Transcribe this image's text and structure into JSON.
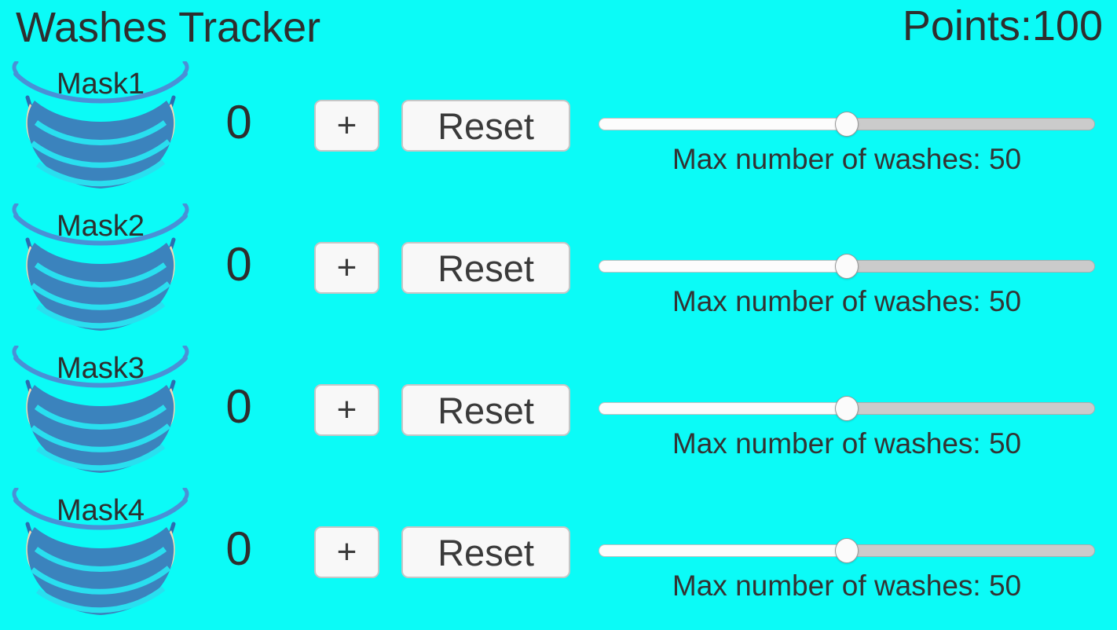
{
  "app": {
    "title": "Washes Tracker",
    "points": "Points:100"
  },
  "colors": {
    "background": "#0BFBF7",
    "text": "#2E2E2E",
    "mask_body": "#3B83BD",
    "mask_strap": "#4A90D6",
    "mask_pleat": "#29DFEF",
    "mask_ear": "#F6D9B2",
    "button_bg": "#F8F8F8",
    "button_border": "#C6C6C6",
    "slider_track": "#CBCBCB",
    "slider_fill": "#FCFCFC",
    "slider_thumb": "#FBFBFB"
  },
  "rows": [
    {
      "mask_label": "Mask1",
      "count": "0",
      "plus_label": "+",
      "reset_label": "Reset",
      "slider": {
        "thumb_percent": 50
      },
      "max_label": "Max number of washes: 50"
    },
    {
      "mask_label": "Mask2",
      "count": "0",
      "plus_label": "+",
      "reset_label": "Reset",
      "slider": {
        "thumb_percent": 50
      },
      "max_label": "Max number of washes: 50"
    },
    {
      "mask_label": "Mask3",
      "count": "0",
      "plus_label": "+",
      "reset_label": "Reset",
      "slider": {
        "thumb_percent": 50
      },
      "max_label": "Max number of washes: 50"
    },
    {
      "mask_label": "Mask4",
      "count": "0",
      "plus_label": "+",
      "reset_label": "Reset",
      "slider": {
        "thumb_percent": 50
      },
      "max_label": "Max number of washes: 50"
    }
  ]
}
